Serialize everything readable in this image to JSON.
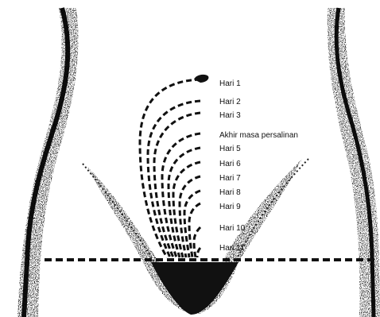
{
  "diagram": {
    "labels": [
      {
        "id": "hari-1",
        "text": "Hari 1"
      },
      {
        "id": "hari-2",
        "text": "Hari 2"
      },
      {
        "id": "hari-3",
        "text": "Hari 3"
      },
      {
        "id": "akhir",
        "text": "Akhir masa persalinan"
      },
      {
        "id": "hari-5",
        "text": "Hari 5"
      },
      {
        "id": "hari-6",
        "text": "Hari 6"
      },
      {
        "id": "hari-7",
        "text": "Hari 7"
      },
      {
        "id": "hari-8",
        "text": "Hari 8"
      },
      {
        "id": "hari-9",
        "text": "Hari 9"
      },
      {
        "id": "hari-10",
        "text": "Hari 10"
      },
      {
        "id": "hari-11",
        "text": "Hari 11"
      }
    ],
    "colors": {
      "ink": "#111111",
      "paper": "#ffffff"
    }
  }
}
